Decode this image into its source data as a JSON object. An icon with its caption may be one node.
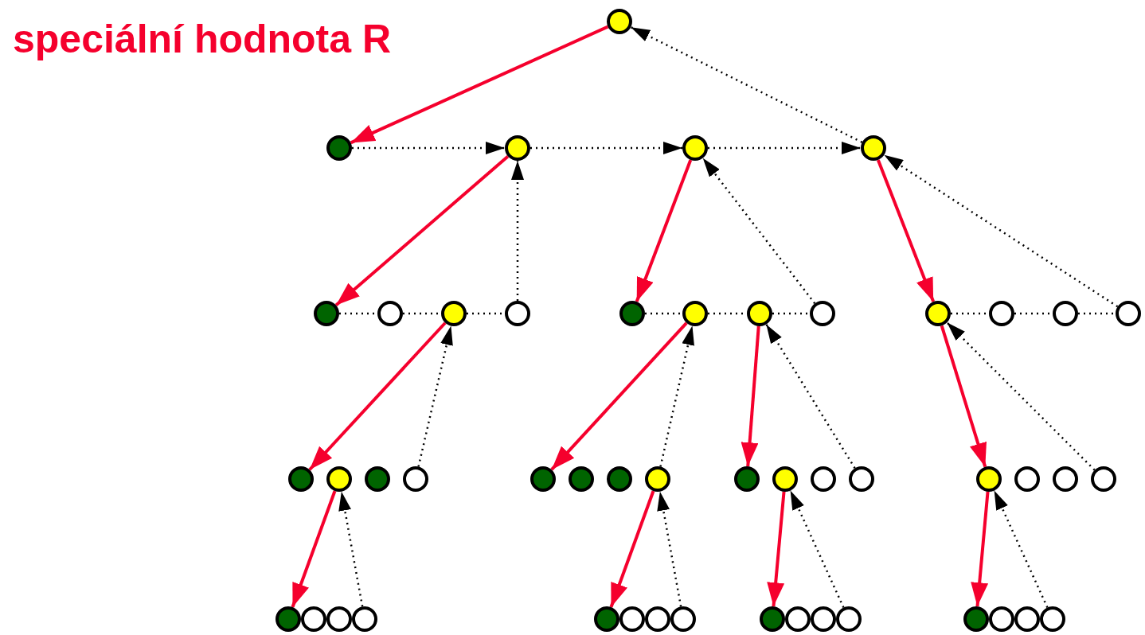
{
  "diagram": {
    "nodes": [
      {
        "text": [],
        "shape": "circle"
      },
      {
        "text": [],
        "shape": "circle"
      },
      {
        "text": [],
        "shape": "circle"
      },
      {
        "text": [],
        "shape": "circle"
      },
      {
        "text": [],
        "shape": "circle"
      },
      {
        "text": [],
        "shape": "circle"
      },
      {
        "text": [],
        "shape": "circle"
      },
      {
        "text": [],
        "shape": "circle"
      },
      {
        "text": [],
        "shape": "circle"
      },
      {
        "text": [],
        "shape": "circle"
      },
      {
        "text": [],
        "shape": "circle"
      },
      {
        "text": [],
        "shape": "circle"
      },
      {
        "text": [],
        "shape": "circle"
      },
      {
        "text": [],
        "shape": "circle"
      },
      {
        "text": [],
        "shape": "circle"
      },
      {
        "text": [],
        "shape": "circle"
      },
      {
        "text": [],
        "shape": "circle"
      },
      {
        "text": [],
        "shape": "circle"
      },
      {
        "text": [],
        "shape": "circle"
      },
      {
        "text": [],
        "shape": "circle"
      },
      {
        "text": [],
        "shape": "circle"
      },
      {
        "text": [],
        "shape": "circle"
      },
      {
        "text": [],
        "shape": "circle"
      },
      {
        "text": [],
        "shape": "circle"
      },
      {
        "text": [],
        "shape": "circle"
      },
      {
        "text": [],
        "shape": "circle"
      },
      {
        "text": [],
        "shape": "circle"
      },
      {
        "text": [],
        "shape": "circle"
      },
      {
        "text": [],
        "shape": "circle"
      },
      {
        "text": [],
        "shape": "circle"
      },
      {
        "text": [],
        "shape": "circle"
      },
      {
        "text": [],
        "shape": "circle"
      },
      {
        "text": [],
        "shape": "circle"
      },
      {
        "text": [],
        "shape": "circle"
      },
      {
        "text": [],
        "shape": "circle"
      },
      {
        "text": [],
        "shape": "circle"
      },
      {
        "text": [],
        "shape": "circle"
      },
      {
        "text": [],
        "shape": "circle"
      },
      {
        "text": [],
        "shape": "circle"
      },
      {
        "text": [],
        "shape": "circle"
      },
      {
        "text": [],
        "shape": "circle"
      },
      {
        "text": [],
        "shape": "circle"
      },
      {
        "text": [],
        "shape": "circle"
      },
      {
        "text": [],
        "shape": "circle"
      },
      {
        "text": [],
        "shape": "circle"
      },
      {
        "text": [],
        "shape": "circle"
      },
      {
        "text": [],
        "shape": "circle"
      },
      {
        "text": [],
        "shape": "circle"
      },
      {
        "text": [],
        "shape": "circle"
      }
    ],
    "edges": [
      {
        "from": 0,
        "to": 1,
        "arrow": "to",
        "color": "#f5002d"
      },
      {
        "from": 1,
        "to": 2,
        "arrow": "to",
        "style": "dashed"
      },
      {
        "from": 2,
        "to": 3,
        "arrow": "to",
        "style": "dashed"
      },
      {
        "from": 3,
        "to": 4,
        "arrow": "to",
        "style": "dashed"
      },
      {
        "from": 4,
        "to": 0,
        "arrow": "to",
        "style": "dashed"
      },
      {
        "from": 2,
        "to": 5,
        "arrow": "to",
        "color": "#f5002d"
      },
      {
        "from": 5,
        "to": 6,
        "arrow": "none",
        "style": "dashed"
      },
      {
        "from": 6,
        "to": 7,
        "arrow": "none",
        "style": "dashed"
      },
      {
        "from": 7,
        "to": 8,
        "arrow": "none",
        "style": "dashed"
      },
      {
        "from": 8,
        "to": 2,
        "arrow": "to",
        "style": "dashed"
      },
      {
        "from": 3,
        "to": 9,
        "arrow": "to",
        "color": "#f5002d"
      },
      {
        "from": 9,
        "to": 10,
        "arrow": "none",
        "style": "dashed"
      },
      {
        "from": 10,
        "to": 11,
        "arrow": "none",
        "style": "dashed"
      },
      {
        "from": 11,
        "to": 12,
        "arrow": "none",
        "style": "dashed"
      },
      {
        "from": 12,
        "to": 3,
        "arrow": "to",
        "style": "dashed"
      },
      {
        "from": 4,
        "to": 13,
        "arrow": "to",
        "color": "#f5002d"
      },
      {
        "from": 13,
        "to": 14,
        "arrow": "none",
        "style": "dashed"
      },
      {
        "from": 14,
        "to": 15,
        "arrow": "none",
        "style": "dashed"
      },
      {
        "from": 15,
        "to": 16,
        "arrow": "none",
        "style": "dashed"
      },
      {
        "from": 16,
        "to": 4,
        "arrow": "to",
        "style": "dashed"
      },
      {
        "from": 7,
        "to": 17,
        "arrow": "to",
        "color": "#f5002d"
      },
      {
        "from": 20,
        "to": 7,
        "arrow": "to",
        "style": "dashed"
      },
      {
        "from": 10,
        "to": 21,
        "arrow": "to",
        "color": "#f5002d"
      },
      {
        "from": 24,
        "to": 10,
        "arrow": "to",
        "style": "dashed"
      },
      {
        "from": 11,
        "to": 25,
        "arrow": "to",
        "color": "#f5002d"
      },
      {
        "from": 28,
        "to": 11,
        "arrow": "to",
        "style": "dashed"
      },
      {
        "from": 13,
        "to": 29,
        "arrow": "to",
        "color": "#f5002d"
      },
      {
        "from": 32,
        "to": 13,
        "arrow": "to",
        "style": "dashed"
      },
      {
        "from": 18,
        "to": 33,
        "arrow": "to",
        "color": "#f5002d"
      },
      {
        "from": 36,
        "to": 18,
        "arrow": "to",
        "style": "dashed"
      },
      {
        "from": 24,
        "to": 37,
        "arrow": "to",
        "color": "#f5002d"
      },
      {
        "from": 40,
        "to": 24,
        "arrow": "to",
        "style": "dashed"
      },
      {
        "from": 26,
        "to": 41,
        "arrow": "to",
        "color": "#f5002d"
      },
      {
        "from": 44,
        "to": 26,
        "arrow": "to",
        "style": "dashed"
      },
      {
        "from": 29,
        "to": 45,
        "arrow": "to",
        "color": "#f5002d"
      },
      {
        "from": 48,
        "to": 29,
        "arrow": "to",
        "style": "dashed"
      }
    ],
    "labels": [
      "speciální hodnota R"
    ]
  }
}
